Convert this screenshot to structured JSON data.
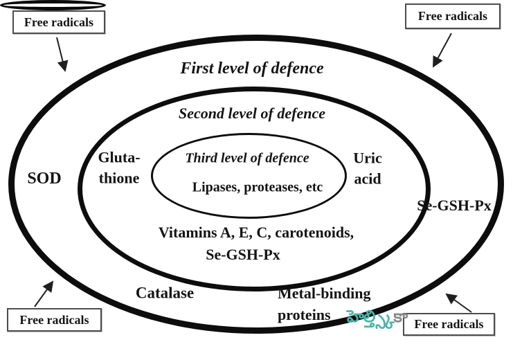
{
  "colors": {
    "ink": "#0d0d0d",
    "text": "#141414",
    "background": "#ffffff",
    "box_border": "#4d4d4d",
    "watermark_teal": "#4ab5aa",
    "watermark_gray": "#8a8a8a"
  },
  "levels": {
    "first": "First level of defence",
    "second": "Second level of defence",
    "third": "Third level of defence"
  },
  "ring1": {
    "sod": "SOD",
    "se_gsh_px": "Se-GSH-Px",
    "catalase": "Catalase",
    "metal_binding": {
      "line1": "Metal-binding",
      "line2": "proteins"
    }
  },
  "ring2": {
    "glutathione": {
      "line1": "Gluta-",
      "line2": "thione"
    },
    "uric": {
      "line1": "Uric",
      "line2": "acid"
    },
    "vitamins": {
      "line1": "Vitamins A, E, C, carotenoids,",
      "line2": "Se-GSH-Px"
    }
  },
  "core": {
    "lipases": "Lipases, proteases, etc"
  },
  "free_radicals": {
    "top_left": "Free radicals",
    "top_right": "Free radicals",
    "bottom_left": "Free radicals",
    "bottom_right": "Free radicals"
  },
  "watermark": {
    "part1": "హెల్త్",
    "part2": "స్కికా"
  }
}
